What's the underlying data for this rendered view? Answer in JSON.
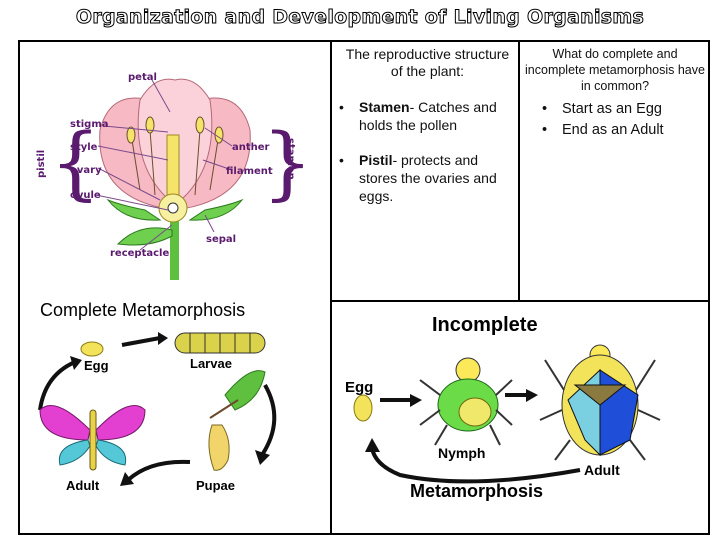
{
  "title": "Organization and Development of Living Organisms",
  "flower": {
    "labels": [
      "petal",
      "stigma",
      "style",
      "ovary",
      "ovule",
      "anther",
      "filament",
      "sepal",
      "receptacle"
    ],
    "group_left": "pistil",
    "group_right": "stamen"
  },
  "reproductive": {
    "heading": "The reproductive structure of the plant:",
    "items": [
      {
        "term": "Stamen",
        "text": "- Catches and holds the pollen"
      },
      {
        "term": "Pistil",
        "text": "- protects and stores the ovaries and eggs."
      }
    ]
  },
  "common": {
    "heading": "What do complete and incomplete metamorphosis have in common?",
    "items": [
      "Start as an Egg",
      "End as an Adult"
    ]
  },
  "complete": {
    "title": "Complete Metamorphosis",
    "stages": [
      "Egg",
      "Larvae",
      "Adult",
      "Pupae"
    ]
  },
  "incomplete": {
    "title_top": "Incomplete",
    "title_bottom": "Metamorphosis",
    "stages": [
      "Egg",
      "Nymph",
      "Adult"
    ]
  }
}
